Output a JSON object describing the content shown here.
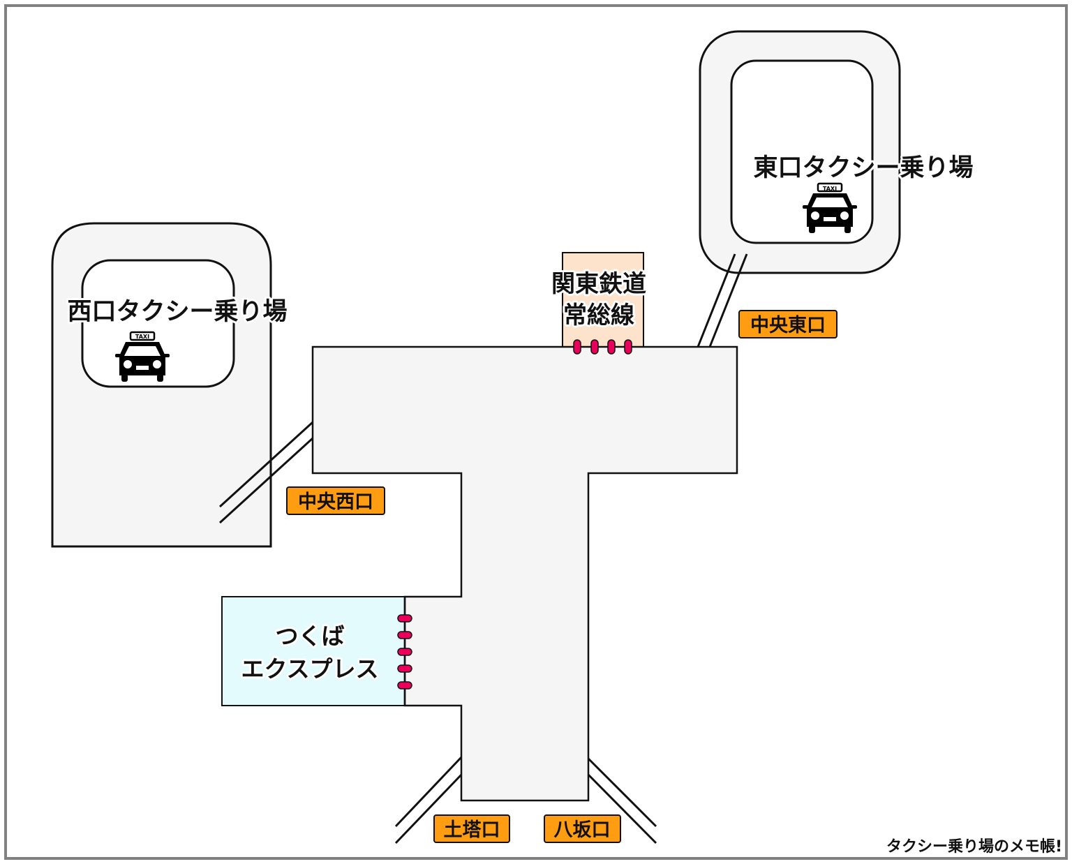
{
  "colors": {
    "frame": "#808080",
    "concourse_fill": "#f5f5f5",
    "outline": "#111111",
    "kantetsu_fill": "#fde3cc",
    "tx_fill": "#e3fbfd",
    "gate_marker": "#e8005a",
    "exit_badge": "#ff9d12"
  },
  "taxi_stands": {
    "west": {
      "label": "西口タクシー乗り場",
      "icon": "taxi-icon",
      "icon_text": "TAXI"
    },
    "east": {
      "label": "東口タクシー乗り場",
      "icon": "taxi-icon",
      "icon_text": "TAXI"
    }
  },
  "lines": {
    "kantetsu": {
      "line1": "関東鉄道",
      "line2": "常総線",
      "gate_count": 4
    },
    "tsukuba_express": {
      "line1": "つくば",
      "line2": "エクスプレス",
      "gate_count": 5
    }
  },
  "exits": {
    "central_east": "中央東口",
    "central_west": "中央西口",
    "dotou": "土塔口",
    "hassaka": "八坂口"
  },
  "credit": "タクシー乗り場のメモ帳!"
}
